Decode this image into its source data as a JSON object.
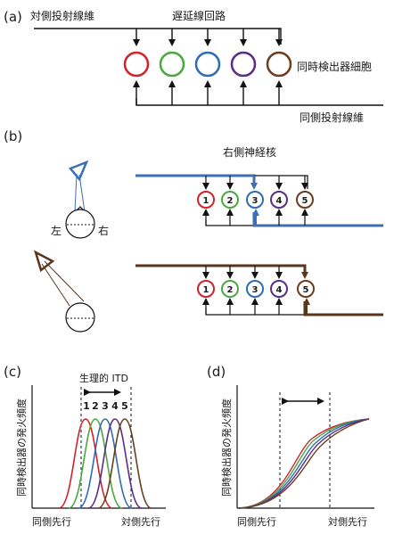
{
  "panel_a": {
    "label": "(a)",
    "contralateral_fiber": "対側投射線維",
    "delay_lines": "遅延線回路",
    "coincidence_detectors": "同時検出器細胞",
    "ipsilateral_fiber": "同側投射線維",
    "detector_colors": [
      "#d0232a",
      "#4aa83f",
      "#2e6db4",
      "#5b2d86",
      "#6b3e1f"
    ]
  },
  "panel_b": {
    "label": "(b)",
    "right_nucleus": "右側神経核",
    "left": "左",
    "right": "右",
    "detector_numbers": [
      "1",
      "2",
      "3",
      "4",
      "5"
    ],
    "colors": {
      "blue": "#3d6fb6",
      "brown": "#5a361d"
    },
    "row1_active": 3,
    "row2_active": 5
  },
  "panel_c": {
    "label": "(c)",
    "physiological_itd": "生理的 ITD",
    "ylabel": "同時検出器の発火頻度",
    "xlabel_left": "同側先行",
    "xlabel_right": "対側先行",
    "curve_numbers": [
      "1",
      "2",
      "3",
      "4",
      "5"
    ]
  },
  "panel_d": {
    "label": "(d)",
    "ylabel": "同時検出器の発火頻度",
    "xlabel_left": "同側先行",
    "xlabel_right": "対側先行"
  }
}
